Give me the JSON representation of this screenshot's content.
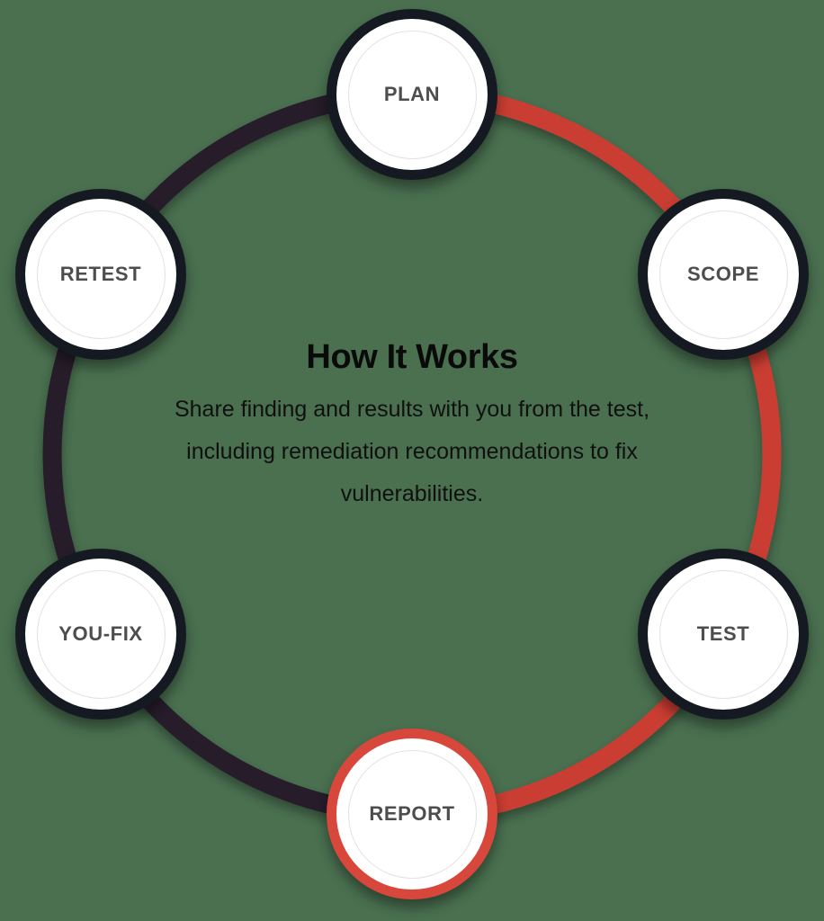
{
  "background_color": "#4a7050",
  "center": {
    "title": "How It Works",
    "description": "Share finding and results with you from the test, including remediation recommendations to fix vulnerabilities."
  },
  "colors": {
    "accent_red": "#d8473c",
    "arc_red": "#c93c33",
    "arc_dark": "#251d2c",
    "node_ring_dark": "#151a22",
    "node_fill": "#ffffff",
    "node_inner_ring": "#e2e2e4",
    "node_label": "#4d4d4d",
    "title": "#0a0a0a",
    "description": "#101010"
  },
  "diagram": {
    "type": "cycle",
    "step_count": 6,
    "active_step": "REPORT",
    "direction": "clockwise",
    "nodes": [
      {
        "id": "plan",
        "label": "PLAN",
        "angle_deg": -90,
        "state": "default",
        "order": 1
      },
      {
        "id": "scope",
        "label": "SCOPE",
        "angle_deg": -30,
        "state": "default",
        "order": 2
      },
      {
        "id": "test",
        "label": "TEST",
        "angle_deg": 30,
        "state": "default",
        "order": 3
      },
      {
        "id": "report",
        "label": "REPORT",
        "angle_deg": 90,
        "state": "active",
        "order": 4
      },
      {
        "id": "youfix",
        "label": "YOU-FIX",
        "angle_deg": 150,
        "state": "default",
        "order": 5
      },
      {
        "id": "retest",
        "label": "RETEST",
        "angle_deg": -150,
        "state": "default",
        "order": 6
      }
    ],
    "arcs": [
      {
        "id": "arc-progress",
        "color": "#c93c33",
        "from": "plan",
        "to": "report",
        "direction": "clockwise"
      },
      {
        "id": "arc-remaining",
        "color": "#251d2c",
        "from": "report",
        "to": "plan",
        "direction": "clockwise"
      }
    ]
  }
}
